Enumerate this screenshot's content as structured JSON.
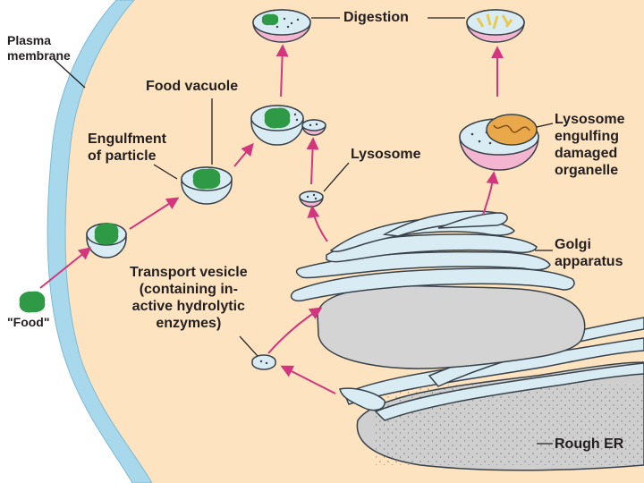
{
  "labels": {
    "plasma_membrane": "Plasma\nmembrane",
    "digestion": "Digestion",
    "food_vacuole": "Food vacuole",
    "engulfment": "Engulfment\nof particle",
    "lysosome": "Lysosome",
    "lysosome_engulfing": "Lysosome\nengulfing\ndamaged\norganelle",
    "golgi": "Golgi\napparatus",
    "transport_vesicle": "Transport vesicle\n(containing in-\nactive hydrolytic\nenzymes)",
    "food": "\"Food\"",
    "rough_er": "Rough ER"
  },
  "colors": {
    "cytoplasm": "#fde3bf",
    "membrane": "#a8d8ec",
    "organelle_fill": "#d9ecf3",
    "organelle_outline": "#39424a",
    "vesicle_pink": "#f3b5cf",
    "food_green": "#2e9a45",
    "arrow": "#d1367f",
    "er_dark": "#cfcfcf",
    "mitochondrion": "#e9a84a"
  }
}
